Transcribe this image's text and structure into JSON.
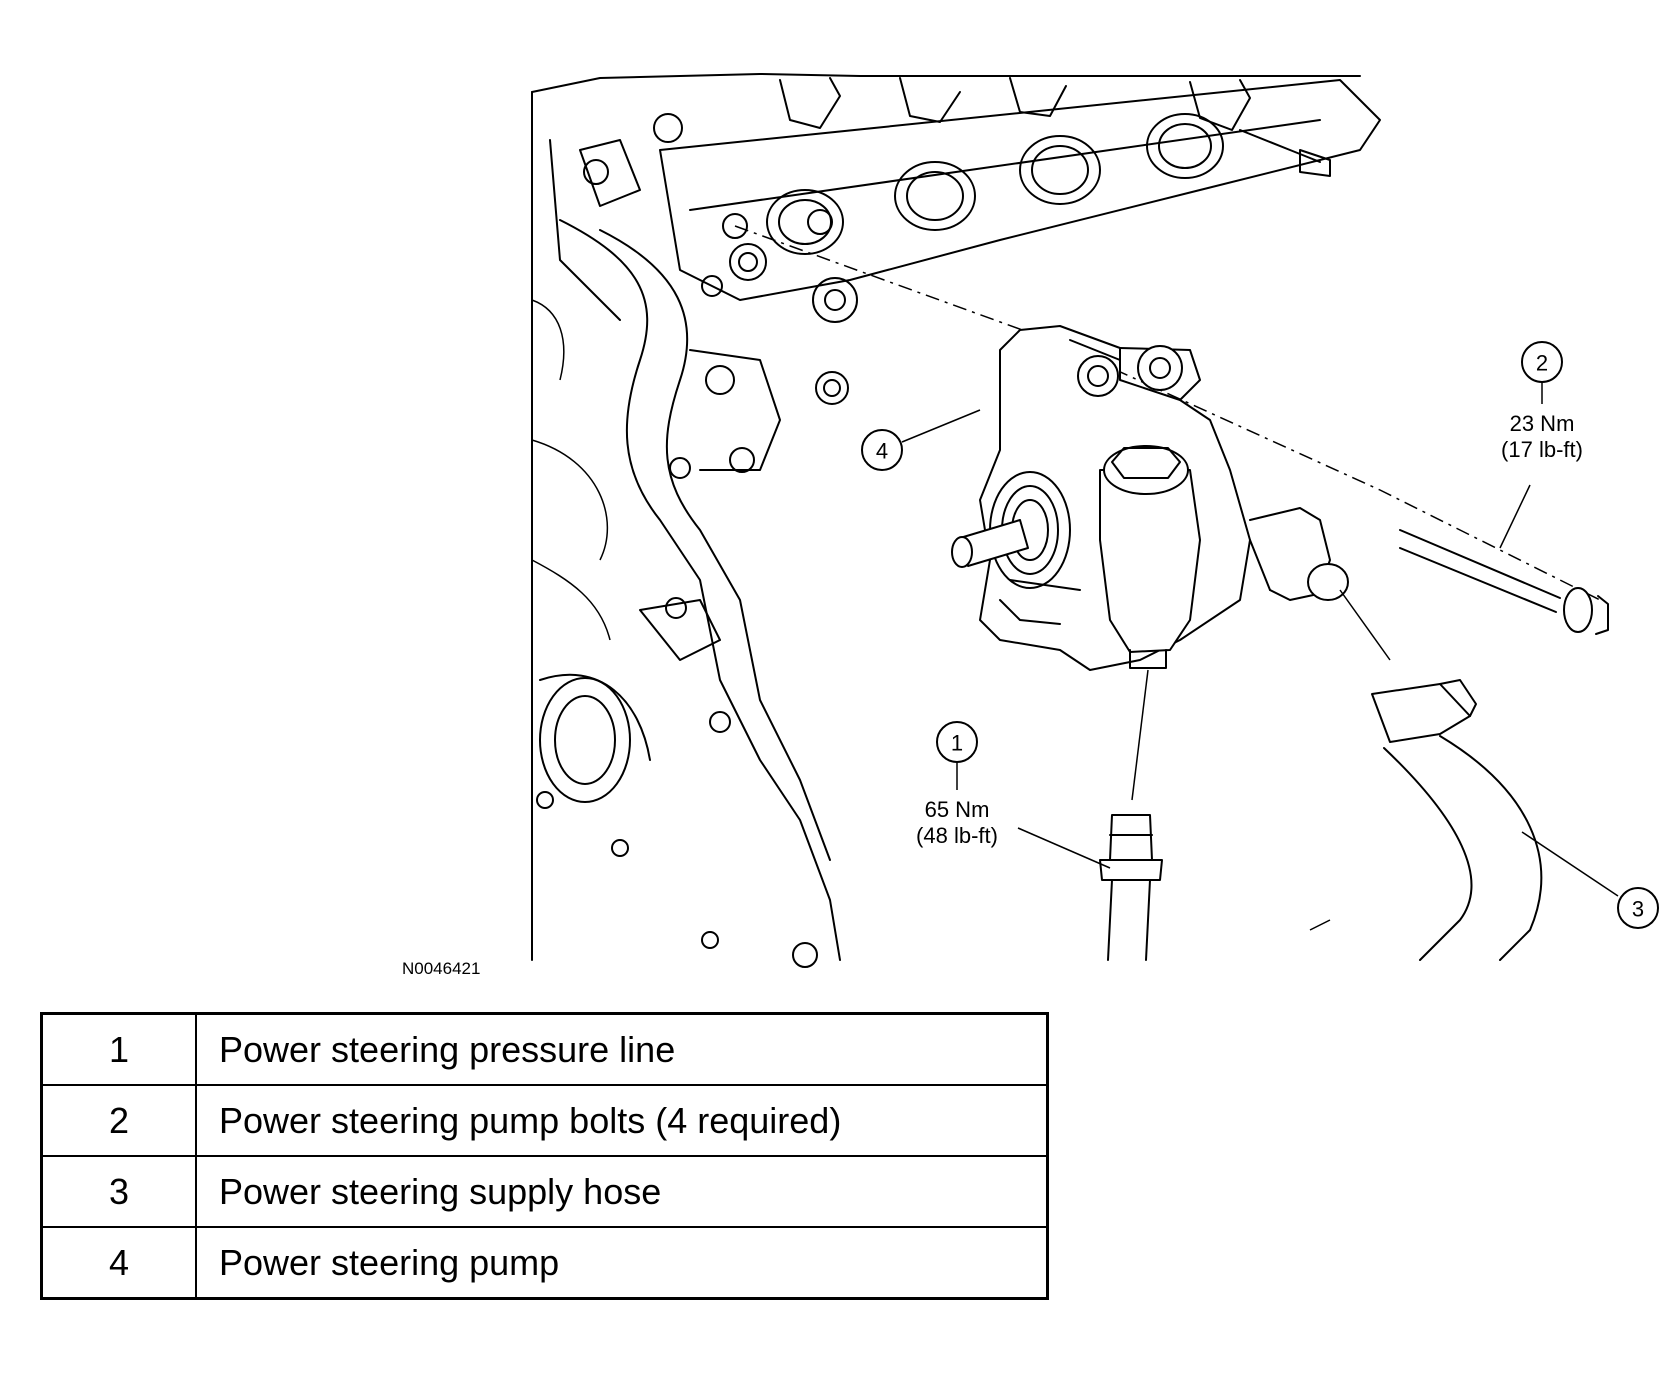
{
  "figure": {
    "id": "N0046421",
    "callouts": [
      {
        "number": "1",
        "torque_nm": "65 Nm",
        "torque_lbft": "(48 lb-ft)"
      },
      {
        "number": "2",
        "torque_nm": "23 Nm",
        "torque_lbft": "(17 lb-ft)"
      },
      {
        "number": "3"
      },
      {
        "number": "4"
      }
    ]
  },
  "legend": [
    {
      "number": "1",
      "description": "Power steering pressure line"
    },
    {
      "number": "2",
      "description": "Power steering pump bolts (4 required)"
    },
    {
      "number": "3",
      "description": "Power steering supply hose"
    },
    {
      "number": "4",
      "description": "Power steering pump"
    }
  ]
}
